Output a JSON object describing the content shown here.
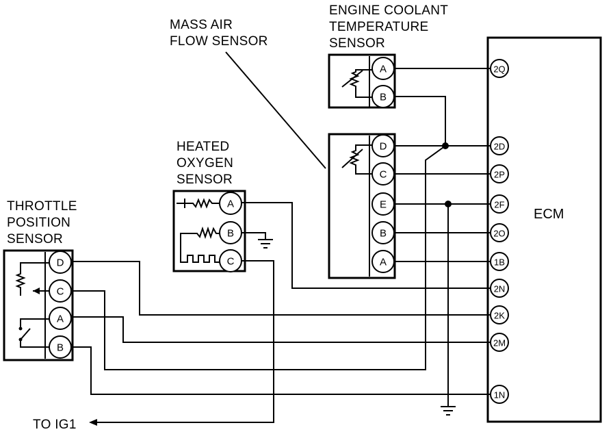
{
  "labels": {
    "mass_air_flow": [
      "MASS AIR",
      "FLOW SENSOR"
    ],
    "engine_coolant": [
      "ENGINE COOLANT",
      "TEMPERATURE",
      "SENSOR"
    ],
    "heated_oxygen": [
      "HEATED",
      "OXYGEN",
      "SENSOR"
    ],
    "throttle_position": [
      "THROTTLE",
      "POSITION",
      "SENSOR"
    ],
    "ecm": "ECM",
    "to_ig1": "TO IG1"
  },
  "pins": {
    "ect": [
      "A",
      "B"
    ],
    "maf": [
      "D",
      "C",
      "E",
      "B",
      "A"
    ],
    "ho2s": [
      "A",
      "B",
      "C"
    ],
    "tps": [
      "D",
      "C",
      "A",
      "B"
    ],
    "ecm": [
      "2Q",
      "2D",
      "2P",
      "2F",
      "2O",
      "1B",
      "2N",
      "2K",
      "2M",
      "1N"
    ]
  }
}
